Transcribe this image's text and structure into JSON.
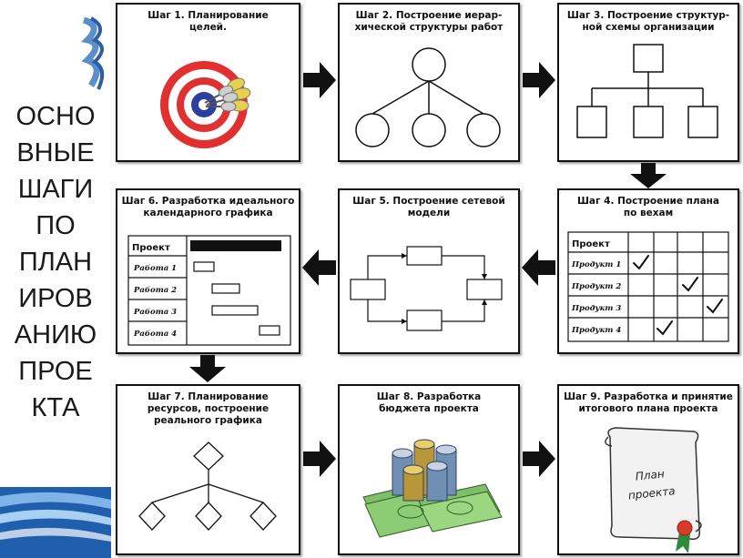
{
  "side_title": [
    "ОСНО",
    "ВНЫЕ",
    "ШАГИ",
    "ПО",
    "ПЛАН",
    "ИРОВ",
    "АНИЮ",
    "ПРОЕ",
    "КТА"
  ],
  "steps": [
    {
      "caption": "Шаг 1. Планирование\nцелей."
    },
    {
      "caption": "Шаг 2. Построение иерар-\nхической структуры работ"
    },
    {
      "caption": "Шаг 3. Построение структур-\nной схемы организации"
    },
    {
      "caption": "Шаг 4. Построение плана\nпо вехам"
    },
    {
      "caption": "Шаг 5. Построение сетевой\nмодели"
    },
    {
      "caption": "Шаг 6. Разработка идеального\nкалендарного графика"
    },
    {
      "caption": "Шаг 7. Планирование\nресурсов, построение\nреального графика"
    },
    {
      "caption": "Шаг 8. Разработка\nбюджета проекта"
    },
    {
      "caption": "Шаг 9. Разработка и принятие\nитогового плана проекта"
    }
  ],
  "step4_table": {
    "header": "Проект",
    "rows": [
      "Продукт 1",
      "Продукт 2",
      "Продукт 3",
      "Продукт 4"
    ]
  },
  "step6_table": {
    "header": "Проект",
    "rows": [
      "Работа 1",
      "Работа 2",
      "Работа 3",
      "Работа 4"
    ]
  },
  "step9_scroll": {
    "line1": "План",
    "line2": "проекта"
  }
}
